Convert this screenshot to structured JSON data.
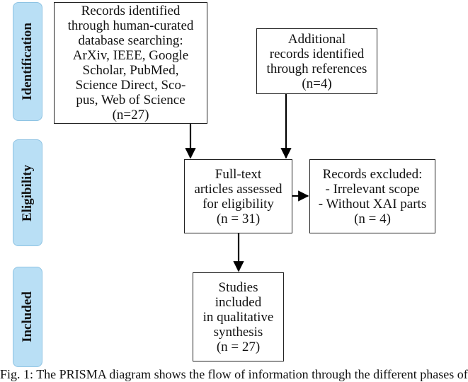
{
  "phases": {
    "identification": "Identification",
    "eligibility": "Eligibility",
    "included": "Included"
  },
  "boxes": {
    "records_identified": [
      "Records identified",
      "through human-curated",
      "database searching:",
      "ArXiv, IEEE, Google",
      "Scholar, PubMed,",
      "Science Direct, Sco-",
      "pus, Web of Science",
      "(n=27)"
    ],
    "additional_records": [
      "Additional",
      "records identified",
      "through references",
      "(n=4)"
    ],
    "full_text": [
      "Full-text",
      "articles assessed",
      "for eligibility",
      "(n = 31)"
    ],
    "excluded": [
      "Records excluded:",
      "- Irrelevant scope",
      "- Without XAI parts",
      "(n = 4)"
    ],
    "included_studies": [
      "Studies",
      "included",
      "in qualitative",
      "synthesis",
      "(n = 27)"
    ]
  },
  "caption": "Fig. 1: The PRISMA diagram shows the flow of information through the different phases of"
}
